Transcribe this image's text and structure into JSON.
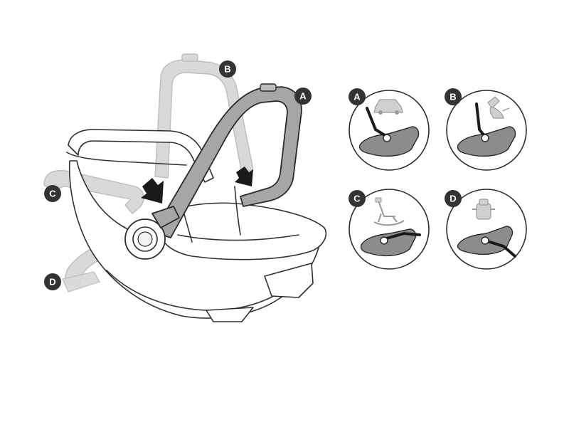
{
  "figure": {
    "main_labels": [
      {
        "id": "A",
        "text": "A"
      },
      {
        "id": "B",
        "text": "B"
      },
      {
        "id": "C",
        "text": "C"
      },
      {
        "id": "D",
        "text": "D"
      }
    ],
    "panels": [
      {
        "id": "A",
        "text": "A",
        "icon": "car-icon"
      },
      {
        "id": "B",
        "text": "B",
        "icon": "feeding-icon"
      },
      {
        "id": "C",
        "text": "C",
        "icon": "rocking-chair-icon"
      },
      {
        "id": "D",
        "text": "D",
        "icon": "bottle-icon"
      }
    ],
    "colors": {
      "handle": "#a6a6a6",
      "ghost_handle": "#d9d9d9",
      "label_badge": "#333333",
      "outline": "#2f2f2f"
    }
  }
}
